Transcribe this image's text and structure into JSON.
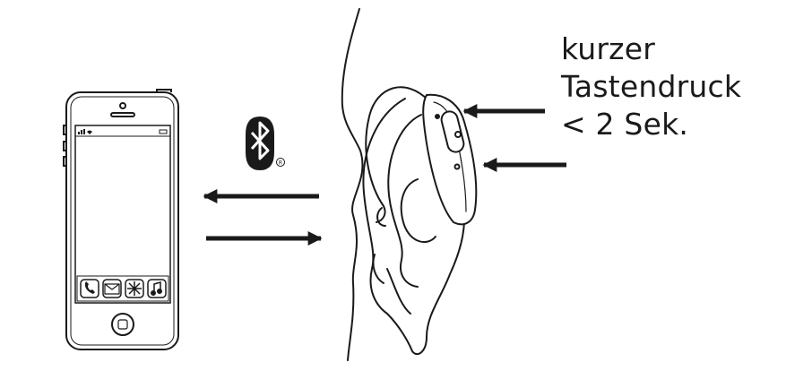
{
  "instruction": {
    "lines": [
      "kurzer",
      "Tastendruck",
      "< 2 Sek."
    ]
  },
  "icons": {
    "phone": "smartphone-icon",
    "bluetooth": "bluetooth-logo",
    "hearing_aid": "hearing-aid-icon",
    "ear": "ear-icon",
    "dock_apps": [
      "phone-app-icon",
      "mail-app-icon",
      "settings-app-icon",
      "music-app-icon"
    ]
  },
  "colors": {
    "ink": "#1a1a1a",
    "background": "#ffffff"
  }
}
